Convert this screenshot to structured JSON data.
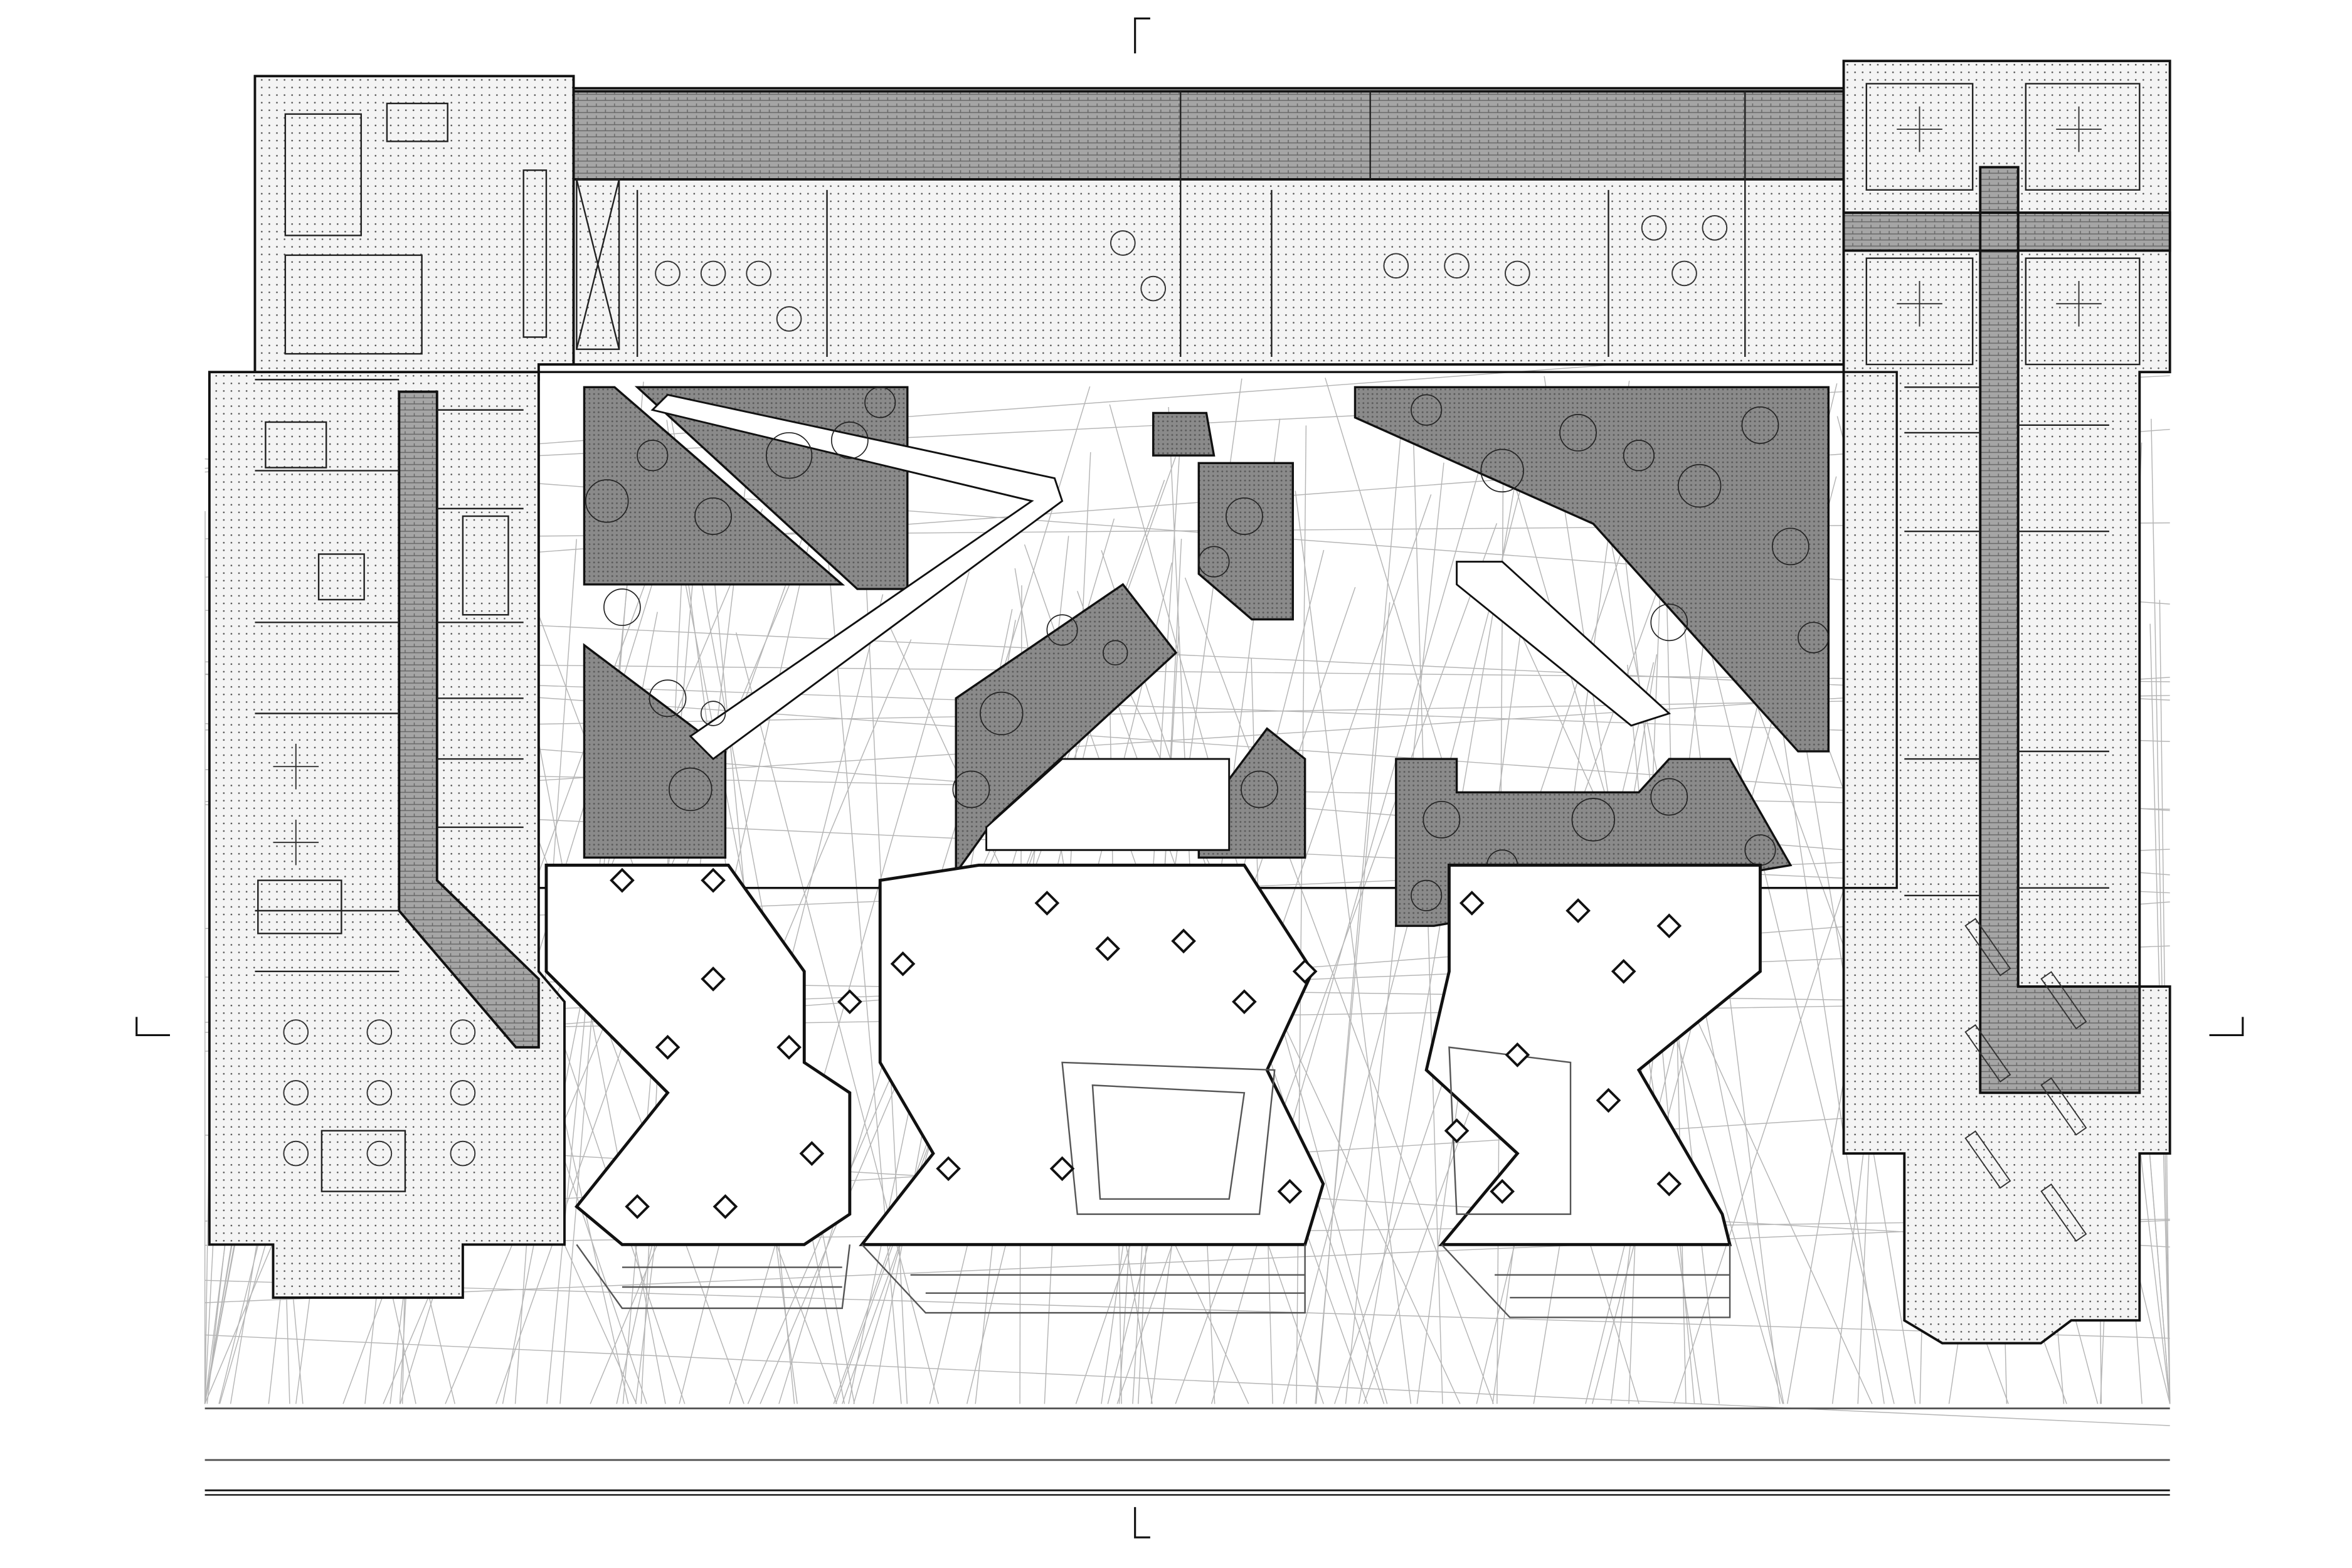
{
  "drawing": {
    "type": "architectural floor plan",
    "colors": {
      "background": "#ffffff",
      "wall": "#111111",
      "planter": "#8a8a8a",
      "corridor": "#9a9a9a",
      "room_fill": "#f2f2f2",
      "paving_lines": "#b5b5b5",
      "glass": "#666666"
    },
    "section_markers": [
      "top",
      "bottom",
      "left",
      "right"
    ]
  }
}
